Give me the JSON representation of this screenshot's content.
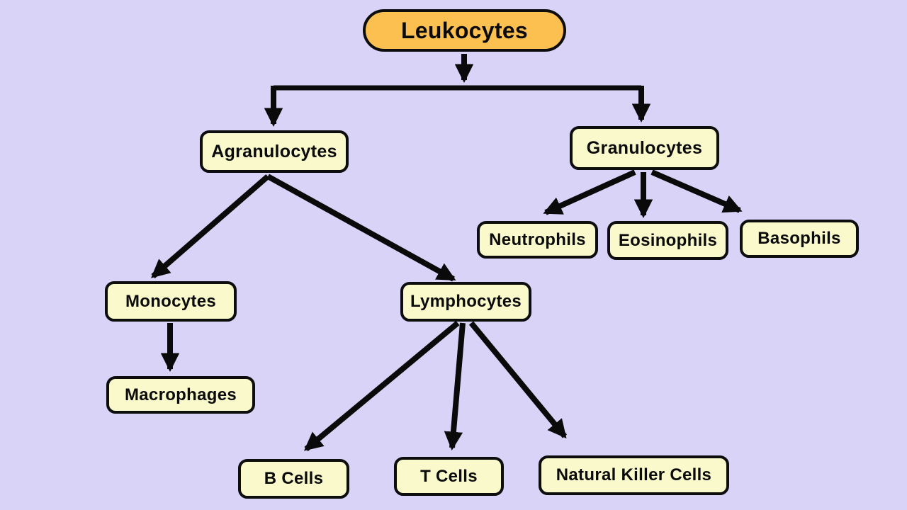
{
  "diagram": {
    "colors": {
      "background": "#d9d3f8",
      "node_fill": "#f9f9cc",
      "root_fill": "#fcc051",
      "border": "#0d0d0d",
      "arrow": "#0a0a0a"
    },
    "nodes": {
      "leukocytes": {
        "label": "Leukocytes"
      },
      "agranulocytes": {
        "label": "Agranulocytes"
      },
      "granulocytes": {
        "label": "Granulocytes"
      },
      "neutrophils": {
        "label": "Neutrophils"
      },
      "eosinophils": {
        "label": "Eosinophils"
      },
      "basophils": {
        "label": "Basophils"
      },
      "monocytes": {
        "label": "Monocytes"
      },
      "lymphocytes": {
        "label": "Lymphocytes"
      },
      "macrophages": {
        "label": "Macrophages"
      },
      "b_cells": {
        "label": "B Cells"
      },
      "t_cells": {
        "label": "T Cells"
      },
      "nk_cells": {
        "label": "Natural Killer Cells"
      }
    },
    "edges": [
      {
        "from": "Leukocytes",
        "to": "Agranulocytes"
      },
      {
        "from": "Leukocytes",
        "to": "Granulocytes"
      },
      {
        "from": "Agranulocytes",
        "to": "Monocytes"
      },
      {
        "from": "Agranulocytes",
        "to": "Lymphocytes"
      },
      {
        "from": "Granulocytes",
        "to": "Neutrophils"
      },
      {
        "from": "Granulocytes",
        "to": "Eosinophils"
      },
      {
        "from": "Granulocytes",
        "to": "Basophils"
      },
      {
        "from": "Monocytes",
        "to": "Macrophages"
      },
      {
        "from": "Lymphocytes",
        "to": "B Cells"
      },
      {
        "from": "Lymphocytes",
        "to": "T Cells"
      },
      {
        "from": "Lymphocytes",
        "to": "Natural Killer Cells"
      }
    ]
  }
}
